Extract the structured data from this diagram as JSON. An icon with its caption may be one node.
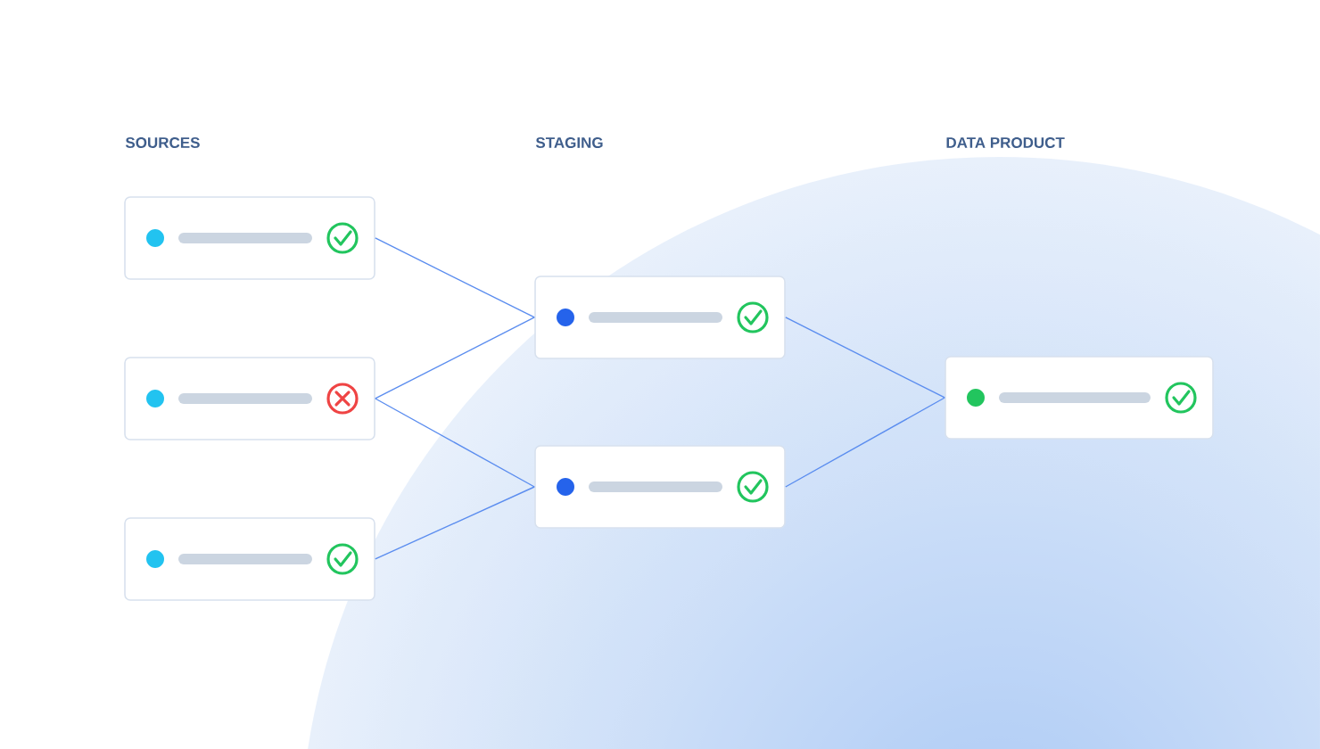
{
  "diagram": {
    "nodes": [
      {
        "text": [],
        "shape": "box"
      },
      {
        "text": [],
        "shape": "box"
      },
      {
        "text": [],
        "shape": "box"
      },
      {
        "text": [],
        "shape": "box"
      },
      {
        "text": [],
        "shape": "box"
      },
      {
        "text": [],
        "shape": "box"
      }
    ],
    "edges": [
      {
        "from": 0,
        "to": 3,
        "arrow": "none"
      },
      {
        "from": 1,
        "to": 3,
        "arrow": "none"
      },
      {
        "from": 1,
        "to": 4,
        "arrow": "none"
      },
      {
        "from": 2,
        "to": 4,
        "arrow": "none"
      },
      {
        "from": 3,
        "to": 5,
        "arrow": "none"
      },
      {
        "from": 4,
        "to": 5,
        "arrow": "none"
      }
    ],
    "labels": [
      "SOURCES",
      "STAGING",
      "DATA PRODUCT"
    ]
  }
}
